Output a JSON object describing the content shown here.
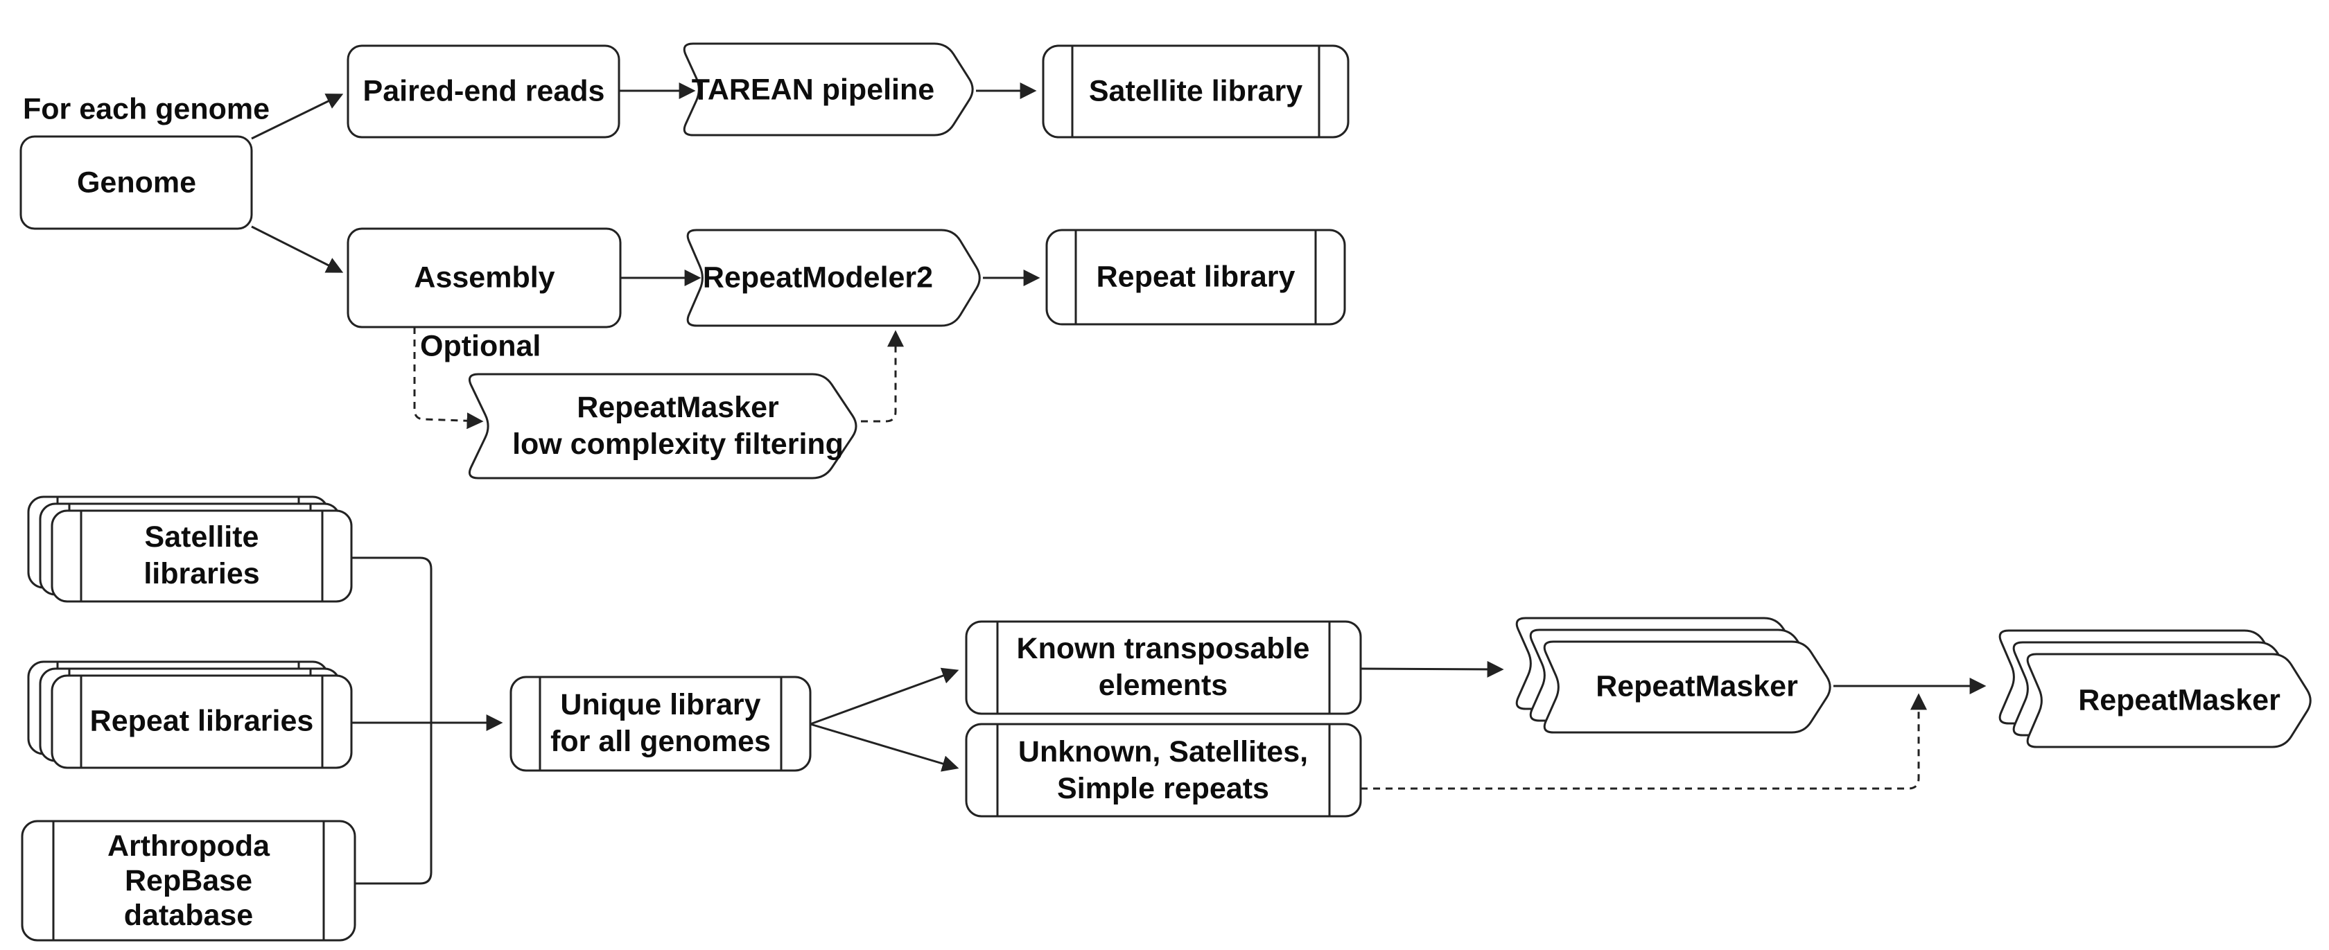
{
  "diagram": {
    "title_context": "Repeat annotation pipeline flowchart",
    "colors": {
      "ink": "#222222",
      "background": "#ffffff",
      "text": "#0d0d0d"
    },
    "annotations": {
      "for_each_genome": "For each genome",
      "optional": "Optional"
    },
    "nodes": {
      "genome": {
        "type": "rounded-rect",
        "label": "Genome"
      },
      "paired_end_reads": {
        "type": "rounded-rect",
        "label": "Paired-end reads"
      },
      "tarean": {
        "type": "chevron-process",
        "label": "TAREAN pipeline"
      },
      "satellite_library": {
        "type": "predefined-process",
        "label": "Satellite library"
      },
      "assembly": {
        "type": "rounded-rect",
        "label": "Assembly"
      },
      "repeatmodeler2": {
        "type": "chevron-process",
        "label": "RepeatModeler2"
      },
      "repeat_library": {
        "type": "predefined-process",
        "label": "Repeat library"
      },
      "low_complexity": {
        "type": "chevron-process",
        "line1": "RepeatMasker",
        "line2": "low complexity filtering"
      },
      "satellite_libraries": {
        "type": "stacked-predefined",
        "line1": "Satellite",
        "line2": "libraries"
      },
      "repeat_libraries": {
        "type": "stacked-predefined",
        "label": "Repeat libraries"
      },
      "repbase": {
        "type": "predefined-process",
        "line1": "Arthropoda",
        "line2": "RepBase",
        "line3": "database"
      },
      "unique_library": {
        "type": "predefined-process",
        "line1": "Unique library",
        "line2": "for all genomes"
      },
      "known_te": {
        "type": "predefined-process",
        "line1": "Known transposable",
        "line2": "elements"
      },
      "unknown_repeats": {
        "type": "predefined-process",
        "line1": "Unknown, Satellites,",
        "line2": "Simple repeats"
      },
      "repeatmasker_1": {
        "type": "stacked-chevron",
        "label": "RepeatMasker"
      },
      "repeatmasker_2": {
        "type": "stacked-chevron",
        "label": "RepeatMasker"
      }
    }
  }
}
